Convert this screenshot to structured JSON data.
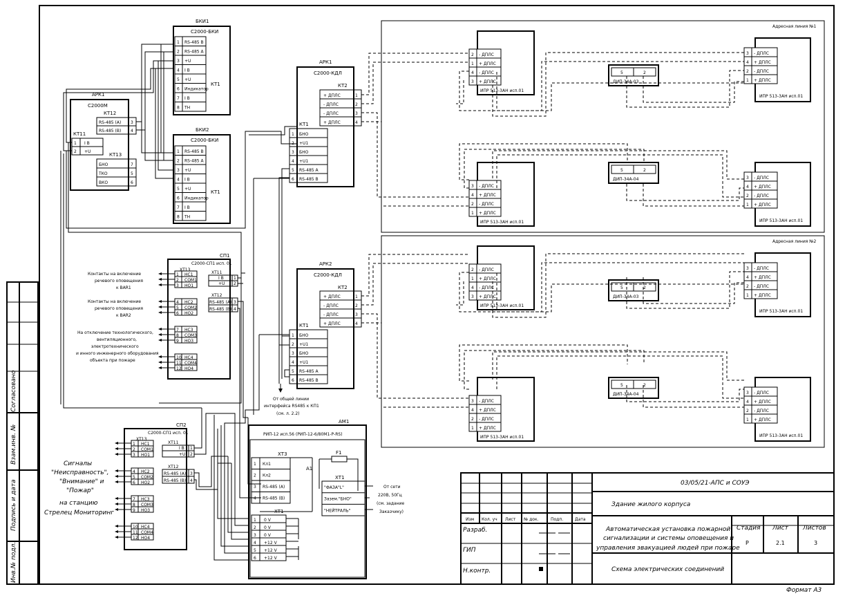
{
  "sheet": {
    "format": "Формат А3",
    "code": "03/05/21-АПС и СОУЭ",
    "object": "Здание жилого корпуса",
    "title_lines": [
      "Автоматическая установка пожарной",
      "сигнализации и системы оповещения и",
      "управления эвакуацией людей при пожаре"
    ],
    "drawing": "Схема электрических соединений",
    "stage_label": "Стадия",
    "sheet_label": "Лист",
    "sheets_label": "Листов",
    "stage": "Р",
    "sheet_no": "2.1",
    "sheets_total": "3",
    "cols": [
      "Изм",
      "Кол. уч",
      "Лист",
      "№ док.",
      "Подп.",
      "Дата"
    ],
    "rows": [
      "Разраб.",
      "ГИП",
      "Н.контр."
    ],
    "side": [
      "Согласовано",
      "Взам.инв. №",
      "Подпись и дата",
      "Инв.№ подл."
    ]
  },
  "bki1": {
    "name": "БКИ1",
    "model": "С2000-БКИ",
    "kt": "КТ1",
    "pins": [
      [
        "1",
        "RS-485 В"
      ],
      [
        "2",
        "RS-485 А"
      ],
      [
        "3",
        "+U"
      ],
      [
        "4",
        "I В"
      ],
      [
        "5",
        "+U"
      ],
      [
        "6",
        "Индикатор"
      ],
      [
        "7",
        "I В"
      ],
      [
        "8",
        "ТН"
      ]
    ]
  },
  "bki2": {
    "name": "БКИ2",
    "model": "С2000-БКИ",
    "kt": "КТ1",
    "pins": [
      [
        "1",
        "RS-485 В"
      ],
      [
        "2",
        "RS-485 А"
      ],
      [
        "3",
        "+U"
      ],
      [
        "4",
        "I В"
      ],
      [
        "5",
        "+U"
      ],
      [
        "6",
        "Индикатор"
      ],
      [
        "7",
        "I В"
      ],
      [
        "8",
        "ТН"
      ]
    ]
  },
  "ark1": {
    "name": "АРК1",
    "model": "С2000М",
    "kt12": "КТ12",
    "kt11": "КТ11",
    "kt13": "КТ13",
    "p12": [
      [
        "RS-485 (А)",
        "3"
      ],
      [
        "RS-485 (В)",
        "4"
      ]
    ],
    "p11": [
      [
        "1",
        "I В"
      ],
      [
        "2",
        "+U"
      ]
    ],
    "p13": [
      [
        "БНО",
        "7"
      ],
      [
        "ТКО",
        "5"
      ],
      [
        "ВКО",
        "6"
      ]
    ]
  },
  "kdl1": {
    "name": "АРК1",
    "model": "С2000-КДЛ",
    "kt2": "КТ2",
    "kt1": "КТ1",
    "out": [
      [
        "+ ДПЛС",
        "1"
      ],
      [
        "- ДПЛС",
        "2"
      ],
      [
        "- ДПЛС",
        "3"
      ],
      [
        "+ ДПЛС",
        "4"
      ]
    ],
    "in": [
      [
        "1",
        "БНО"
      ],
      [
        "2",
        "+U1"
      ],
      [
        "3",
        "БНО"
      ],
      [
        "4",
        "+U1"
      ],
      [
        "5",
        "RS-485 А"
      ],
      [
        "6",
        "RS-485 В"
      ]
    ]
  },
  "kdl2": {
    "name": "АРК2",
    "model": "С2000-КДЛ",
    "kt2": "КТ2",
    "kt1": "КТ1",
    "out": [
      [
        "+ ДПЛС",
        "1"
      ],
      [
        "- ДПЛС",
        "2"
      ],
      [
        "- ДПЛС",
        "3"
      ],
      [
        "+ ДПЛС",
        "4"
      ]
    ],
    "in": [
      [
        "1",
        "БНО"
      ],
      [
        "2",
        "+U1"
      ],
      [
        "3",
        "БНО"
      ],
      [
        "4",
        "+U1"
      ],
      [
        "5",
        "RS-485 А"
      ],
      [
        "6",
        "RS-485 В"
      ]
    ]
  },
  "line1": {
    "label": "Адресная линия №1"
  },
  "line2": {
    "label": "Адресная линия №2"
  },
  "ipr": {
    "label": "ИПР 513-3АН исп.01",
    "pins": [
      "- ДПЛС",
      "+ ДПЛС",
      "- ДПЛС",
      "+ ДПЛС"
    ]
  },
  "dip": {
    "label1": "ДИП-34А-03",
    "label2": "ДИП-34А-04",
    "t5": "5",
    "t2": "2"
  },
  "sp1": {
    "name": "СП1",
    "model": "С2000-СП1 исп. 01",
    "xt13": "ХТ13",
    "xt11": "ХТ11",
    "xt12": "ХТ12",
    "rows": [
      [
        "1",
        "НС1"
      ],
      [
        "2",
        "СОМ1"
      ],
      [
        "3",
        "НО1"
      ],
      [
        "4",
        "НС2"
      ],
      [
        "5",
        "СОМ2"
      ],
      [
        "6",
        "НО2"
      ],
      [
        "7",
        "НС3"
      ],
      [
        "8",
        "СОМ3"
      ],
      [
        "9",
        "НО3"
      ],
      [
        "10",
        "НС4"
      ],
      [
        "11",
        "СОМ4"
      ],
      [
        "12",
        "НО4"
      ]
    ],
    "xt11_rows": [
      [
        "I В",
        "1"
      ],
      [
        "+U",
        "2"
      ]
    ],
    "xt12_rows": [
      [
        "RS-485 (А)",
        "3"
      ],
      [
        "RS-485 (В)",
        "4"
      ]
    ],
    "notes": [
      "Контакты на включение речевого оповещения к ВАR1",
      "Контакты на включение речевого оповещения к ВАR2",
      "На отключение технологического, вентиляционного, электротехнического и инного инженерного оборудования объекта при пожаре"
    ]
  },
  "sp2": {
    "name": "СП2",
    "model": "С2000-СП1 исп. 01",
    "xt13": "ХТ13",
    "xt11": "ХТ11",
    "xt12": "ХТ12",
    "rows": [
      [
        "1",
        "НС1"
      ],
      [
        "2",
        "СОМ1"
      ],
      [
        "3",
        "НО1"
      ],
      [
        "4",
        "НС2"
      ],
      [
        "5",
        "СОМ2"
      ],
      [
        "6",
        "НО2"
      ],
      [
        "7",
        "НС3"
      ],
      [
        "8",
        "СОМ3"
      ],
      [
        "9",
        "НО3"
      ],
      [
        "10",
        "НС4"
      ],
      [
        "11",
        "СОМ4"
      ],
      [
        "12",
        "НО4"
      ]
    ],
    "xt11_rows": [
      [
        "1",
        "I В"
      ],
      [
        "2",
        "+U"
      ]
    ],
    "xt12_rows": [
      [
        "RS-485 (А)",
        "3"
      ],
      [
        "RS-485 (В)",
        "4"
      ]
    ],
    "signals": [
      "Сигналы",
      "\"Неисправность\",",
      "\"Внимание\" и",
      "\"Пожар\"",
      "на станцию",
      "Стрелец Мониторинг"
    ]
  },
  "am1": {
    "name": "АМ1",
    "model": "РИП-12 исп.56 (РИП-12-6/80М1-Р-RS)",
    "xt3": "ХТ3",
    "xt1b": "ХТ1",
    "xt1": "ХТ1",
    "a1": "А1",
    "f1": "F1",
    "xt3_rows": [
      [
        "1",
        "Кл1"
      ],
      [
        "2",
        "Кл2"
      ],
      [
        "3",
        "RS-485 (А)"
      ],
      [
        "4",
        "RS-485 (В)"
      ]
    ],
    "xt1b_rows": [
      [
        "1",
        "0 V"
      ],
      [
        "2",
        "0 V"
      ],
      [
        "3",
        "0 V"
      ],
      [
        "4",
        "+12 V"
      ],
      [
        "5",
        "+12 V"
      ],
      [
        "6",
        "+12 V"
      ]
    ],
    "ac_rows": [
      "\"ФАЗА\"L\"",
      "Зазем.\"БНО\"",
      "\"НЕЙТРАЛЬ\""
    ],
    "net_note": [
      "От сети",
      "220В, 50Гц",
      "(см. задание",
      "Заказчику)"
    ]
  },
  "note_rs": [
    "От общей линии",
    "интерфейса RS485 к КП1",
    "(см. л. 2.2)"
  ]
}
